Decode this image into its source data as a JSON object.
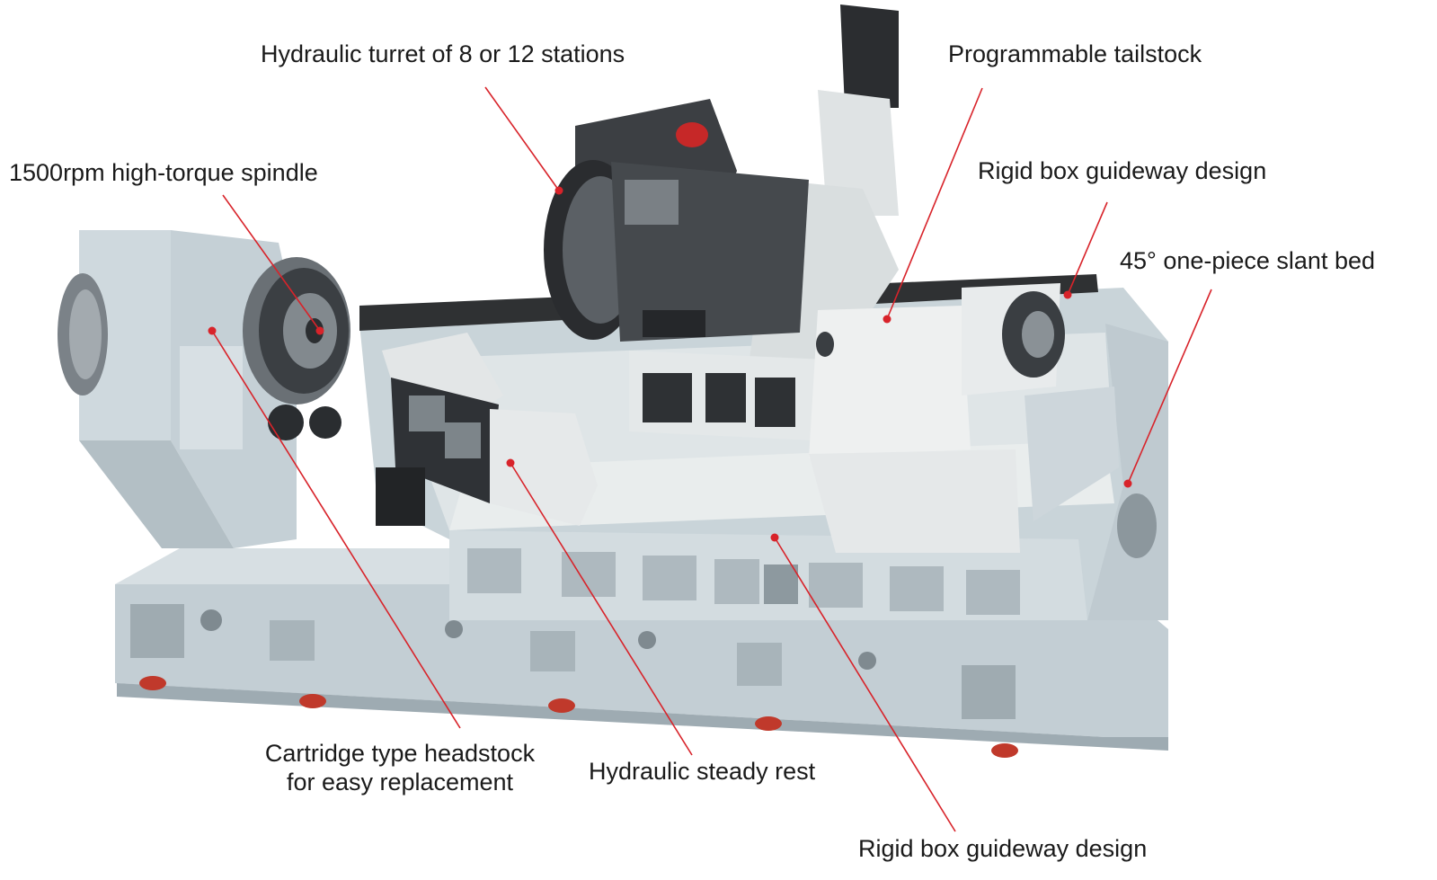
{
  "callouts": {
    "turret": "Hydraulic turret of 8 or 12 stations",
    "tailstock": "Programmable tailstock",
    "spindle": "1500rpm high-torque spindle",
    "guideway_top": "Rigid box guideway design",
    "slant_bed": "45° one-piece slant bed",
    "headstock_line1": "Cartridge type headstock",
    "headstock_line2": "for easy replacement",
    "steady_rest": "Hydraulic steady rest",
    "guideway_bottom": "Rigid box guideway design"
  },
  "colors": {
    "leader": "#d8232a",
    "machine_body": "#c9d4d9",
    "machine_dark": "#3a3d40",
    "machine_light": "#e9ecec"
  }
}
